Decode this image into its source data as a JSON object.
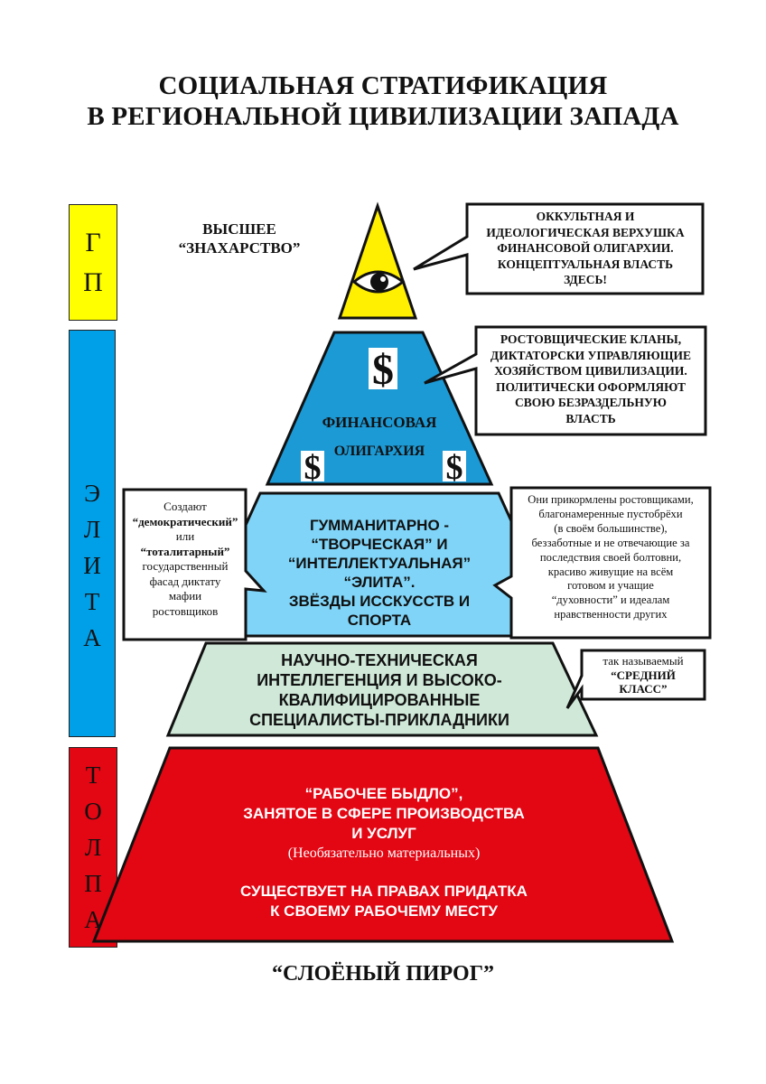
{
  "title": {
    "line1": "СОЦИАЛЬНАЯ СТРАТИФИКАЦИЯ",
    "line2": "В РЕГИОНАЛЬНОЙ ЦИВИЛИЗАЦИИ ЗАПАДА"
  },
  "sidebar": {
    "gp": {
      "letters": [
        "Г",
        "П"
      ],
      "color": "#ffff00"
    },
    "elite": {
      "letters": [
        "Э",
        "Л",
        "И",
        "Т",
        "А"
      ],
      "color": "#00a0e9"
    },
    "crowd": {
      "letters": [
        "Т",
        "О",
        "Л",
        "П",
        "А"
      ],
      "color": "#e30613"
    }
  },
  "top_label": {
    "line1": "ВЫСШЕЕ",
    "line2": "“ЗНАХАРСТВО”"
  },
  "pyramid": {
    "apex": {
      "color": "#ffef00",
      "icon": "eye-icon"
    },
    "finance": {
      "color": "#1c9ad6",
      "line1": "ФИНАНСОВАЯ",
      "line2": "ОЛИГАРХИЯ",
      "icon": "dollar-icon",
      "symbol": "$"
    },
    "humanitarian": {
      "color": "#7fd4f7",
      "lines": [
        "ГУММАНИТАРНО -",
        "“ТВОРЧЕСКАЯ” И",
        "“ИНТЕЛЛЕКТУАЛЬНАЯ”",
        "“ЭЛИТА”.",
        "ЗВЁЗДЫ ИССКУССТВ И",
        "СПОРТА"
      ]
    },
    "technical": {
      "color": "#cfe8d8",
      "lines": [
        "НАУЧНО-ТЕХНИЧЕСКАЯ",
        "ИНТЕЛЛЕГЕНЦИЯ И ВЫСОКО-",
        "КВАЛИФИЦИРОВАННЫЕ",
        "СПЕЦИАЛИСТЫ-ПРИКЛАДНИКИ"
      ]
    },
    "workers": {
      "color": "#e30613",
      "lines": [
        "“РАБОЧЕЕ БЫДЛО”,",
        "ЗАНЯТОЕ В СФЕРЕ ПРОИЗВОДСТВА",
        "И УСЛУГ"
      ],
      "note": "(Необязательно материальных)",
      "lines2": [
        "СУЩЕСТВУЕТ НА ПРАВАХ ПРИДАТКА",
        "К СВОЕМУ РАБОЧЕМУ МЕСТУ"
      ]
    }
  },
  "callouts": {
    "occult": [
      "ОККУЛЬТНАЯ И",
      "ИДЕОЛОГИЧЕСКАЯ ВЕРХУШКА",
      "ФИНАНСОВОЙ ОЛИГАРХИИ.",
      "КОНЦЕПТУАЛЬНАЯ ВЛАСТЬ",
      "ЗДЕСЬ!"
    ],
    "usury": [
      "РОСТОВЩИЧЕСКИЕ КЛАНЫ,",
      "ДИКТАТОРСКИ УПРАВЛЯЮЩИЕ",
      "ХОЗЯЙСТВОМ ЦИВИЛИЗАЦИИ.",
      "ПОЛИТИЧЕСКИ ОФОРМЛЯЮТ",
      "СВОЮ БЕЗРАЗДЕЛЬНУЮ",
      "ВЛАСТЬ"
    ],
    "facade": {
      "l1": "Создают",
      "l2": "“демократический”",
      "l3": "или",
      "l4": "“тоталитарный”",
      "l5": "государственный",
      "l6": "фасад диктату",
      "l7": "мафии",
      "l8": "ростовщиков"
    },
    "fed": [
      "Они прикормлены ростовщиками,",
      "благонамеренные пустобрёхи",
      "(в своём большинстве),",
      "беззаботные и не отвечающие за",
      "последствия своей болтовни,",
      "красиво живущие на всём",
      "готовом и учащие",
      "“духовности” и идеалам",
      "нравственности других"
    ],
    "middle": [
      "так называемый",
      "“СРЕДНИЙ",
      "КЛАСС”"
    ]
  },
  "bottom_label": "“СЛОЁНЫЙ ПИРОГ”"
}
